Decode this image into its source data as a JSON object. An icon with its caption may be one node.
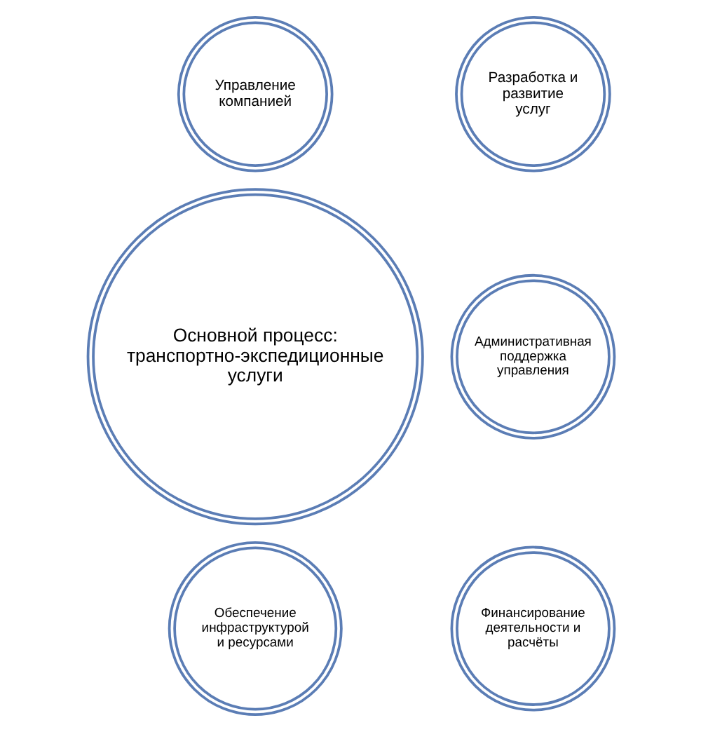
{
  "diagram": {
    "nodes": [
      {
        "text": [
          "Разработка и развитие услуг"
        ]
      },
      {
        "text": [
          "Управление компанией"
        ]
      },
      {
        "text": [
          "Административная поддержка управления"
        ]
      },
      {
        "text": [
          "Основной процесс: транспортно-экспедиционные услуги"
        ]
      },
      {
        "text": [
          "Финансирование деятельности и расчёты"
        ]
      },
      {
        "text": [
          "Обеспечение инфраструктурой и ресурсами"
        ]
      }
    ],
    "edges": []
  }
}
